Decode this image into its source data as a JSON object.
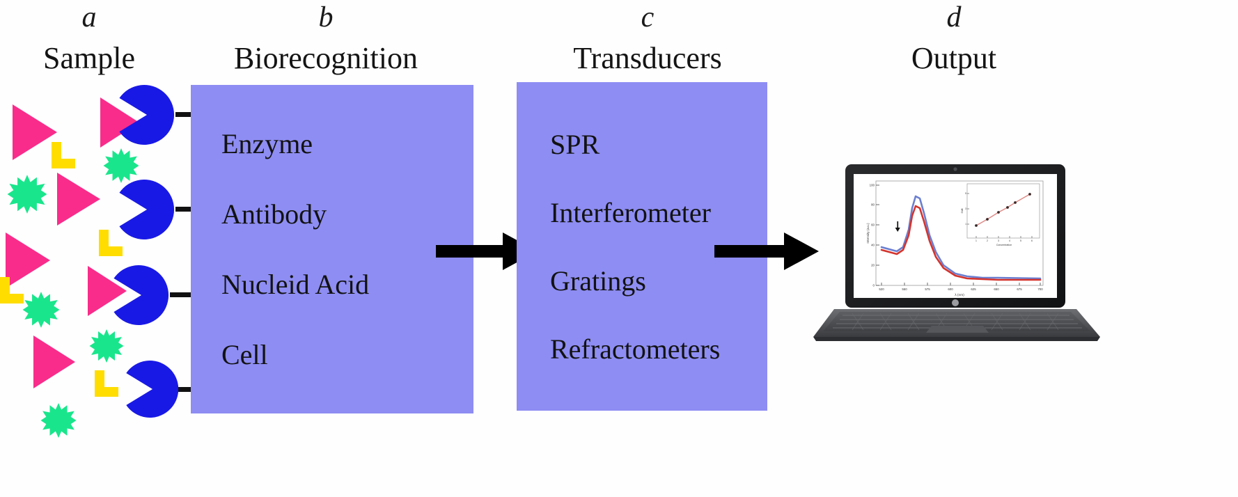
{
  "figure": {
    "caption_letters": [
      "a",
      "b",
      "c",
      "d"
    ],
    "background_color": "#fefefe"
  },
  "panels": {
    "a": {
      "letter": "a",
      "title": "Sample",
      "analyte_color": "#f92c8b",
      "interferent_color": "#ffdd00",
      "interferent2_color": "#19e68c",
      "receptor_color": "#1919e6",
      "analyte_shape": "triangle",
      "interferent_shape": "L-block",
      "interferent2_shape": "starburst",
      "receptor_shape": "pacman",
      "receptor_count": 4,
      "bound_receptor_count": 3
    },
    "b": {
      "letter": "b",
      "title": "Biorecognition",
      "box_color": "#8e8df3",
      "items": [
        "Enzyme",
        "Antibody",
        "Nucleid Acid",
        "Cell"
      ]
    },
    "c": {
      "letter": "c",
      "title": "Transducers",
      "box_color": "#8e8df3",
      "items": [
        "SPR",
        "Interferometer",
        "Gratings",
        "Refractometers"
      ]
    },
    "d": {
      "letter": "d",
      "title": "Output",
      "device": "laptop-computer",
      "screen_content": "spectrum-plot-with-calibration-inset"
    }
  },
  "arrows": [
    {
      "name": "arrow-biorecognition-to-transducers",
      "direction": "right"
    },
    {
      "name": "arrow-transducers-to-output",
      "direction": "right"
    }
  ],
  "chart_data": [
    {
      "name": "main-spectrum",
      "type": "line",
      "title": "",
      "xlabel": "λ (nm)",
      "ylabel": "Intensity (a.u.)",
      "xlim": [
        520,
        700
      ],
      "ylim": [
        0,
        100
      ],
      "xticks": [
        520,
        550,
        575,
        600,
        625,
        650,
        675,
        700
      ],
      "yticks": [
        0,
        20,
        40,
        60,
        80,
        100
      ],
      "grid": false,
      "legend": "none",
      "series": [
        {
          "name": "blue-trace",
          "color": "#6b7fd0",
          "x": [
            520,
            530,
            540,
            548,
            555,
            560,
            565,
            570,
            575,
            582,
            590,
            600,
            615,
            630,
            650,
            670,
            700
          ],
          "y": [
            38,
            36,
            34,
            38,
            55,
            76,
            88,
            86,
            72,
            50,
            33,
            20,
            12,
            9,
            8,
            8,
            7
          ]
        },
        {
          "name": "red-trace",
          "color": "#d4342e",
          "x": [
            520,
            530,
            540,
            548,
            555,
            560,
            565,
            570,
            575,
            582,
            590,
            600,
            615,
            630,
            650,
            670,
            700
          ],
          "y": [
            35,
            33,
            31,
            35,
            50,
            69,
            79,
            77,
            64,
            44,
            28,
            17,
            10,
            7,
            6,
            6,
            5
          ]
        }
      ]
    },
    {
      "name": "calibration-inset",
      "type": "scatter",
      "title": "",
      "xlabel": "Concentration",
      "ylabel": "Shift",
      "xlim": [
        0,
        6
      ],
      "ylim": [
        0,
        6
      ],
      "xticks": [
        1,
        2,
        3,
        4,
        5,
        6
      ],
      "yticks": [
        1,
        3,
        5
      ],
      "grid": false,
      "legend": "none",
      "marker_color": "#3a2a2a",
      "fit_line_color": "#e08a86",
      "x": [
        1.0,
        2.0,
        3.0,
        3.8,
        4.5,
        5.4
      ],
      "y": [
        1.1,
        1.9,
        2.9,
        3.5,
        4.1,
        5.2
      ]
    }
  ]
}
